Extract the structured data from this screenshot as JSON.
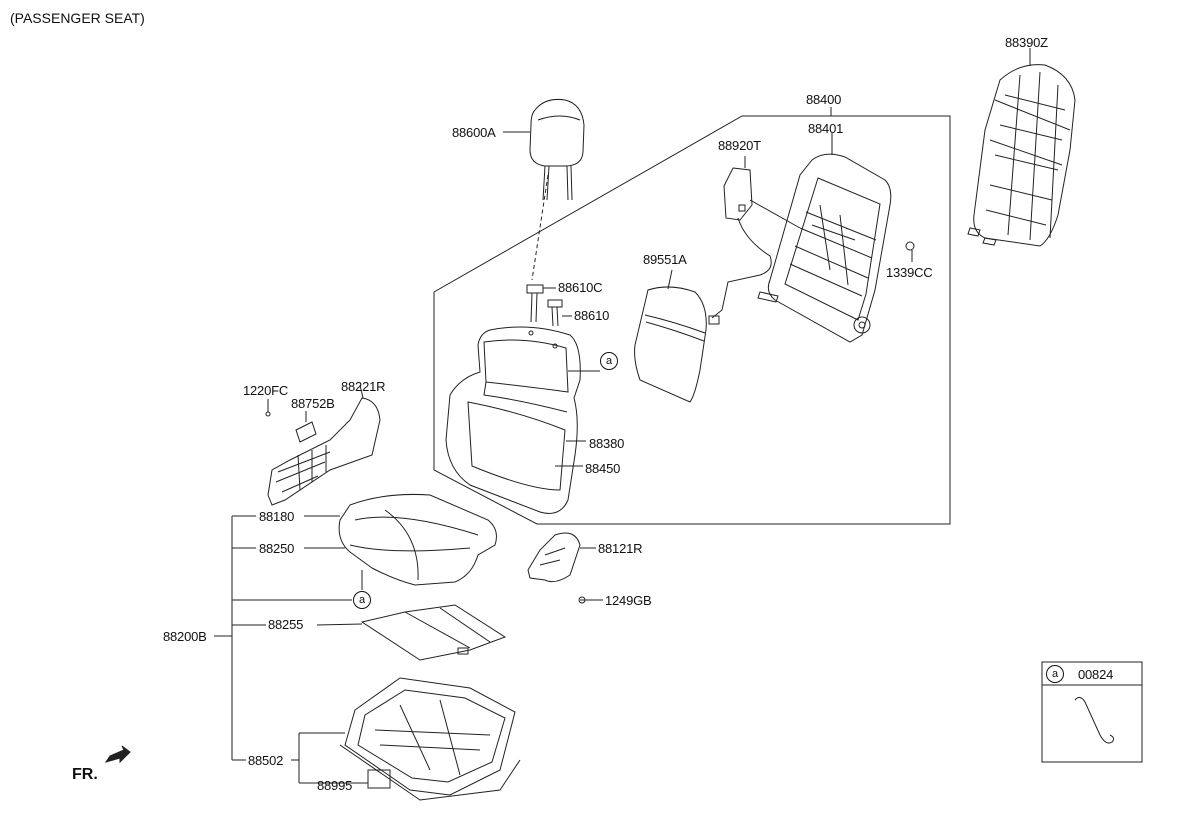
{
  "title": "(PASSENGER SEAT)",
  "fr_label": "FR.",
  "callout_marker": "a",
  "legend": {
    "marker": "a",
    "part_no": "00824"
  },
  "parts": {
    "p88390Z": "88390Z",
    "p88400": "88400",
    "p88401": "88401",
    "p88920T": "88920T",
    "p88600A": "88600A",
    "p88610C": "88610C",
    "p88610": "88610",
    "p89551A": "89551A",
    "p1339CC": "1339CC",
    "p88380": "88380",
    "p88450": "88450",
    "p1220FC": "1220FC",
    "p88221R": "88221R",
    "p88752B": "88752B",
    "p88180": "88180",
    "p88250": "88250",
    "p88121R": "88121R",
    "p1249GB": "1249GB",
    "p88255": "88255",
    "p88200B": "88200B",
    "p88502": "88502",
    "p88995": "88995"
  }
}
